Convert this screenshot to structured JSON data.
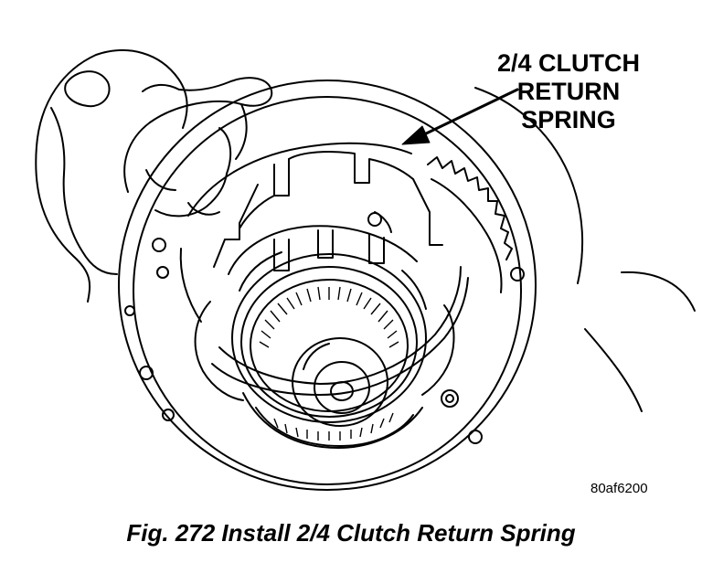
{
  "callout": {
    "line1": "2/4 CLUTCH",
    "line2": "RETURN",
    "line3": "SPRING"
  },
  "figure_id": "80af6200",
  "caption": "Fig. 272 Install 2/4 Clutch Return Spring",
  "colors": {
    "ink": "#000000",
    "paper": "#ffffff"
  }
}
